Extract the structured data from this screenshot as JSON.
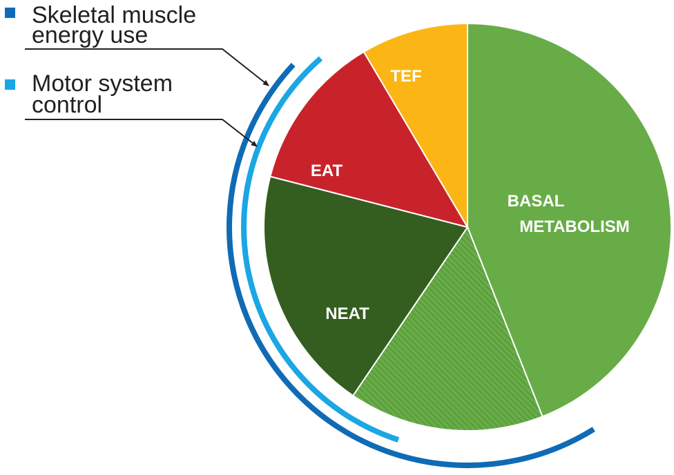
{
  "chart_data": {
    "type": "pie",
    "title": "",
    "slices": [
      {
        "label": "BASAL METABOLISM",
        "lines": [
          "BASAL",
          "METABOLISM"
        ],
        "value": 44,
        "color": "#68ac48"
      },
      {
        "label": "",
        "lines": [],
        "value": 15.5,
        "color": "#68ac48",
        "pattern": "hatched"
      },
      {
        "label": "NEAT",
        "lines": [
          "NEAT"
        ],
        "value": 19.5,
        "color": "#335e1f"
      },
      {
        "label": "EAT",
        "lines": [
          "EAT"
        ],
        "value": 12.5,
        "color": "#c8232b"
      },
      {
        "label": "TEF",
        "lines": [
          "TEF"
        ],
        "value": 8.5,
        "color": "#fbb616"
      }
    ],
    "legend": [
      {
        "label_lines": [
          "Skeletal muscle",
          "energy use"
        ],
        "color": "#0f6bb5"
      },
      {
        "label_lines": [
          "Motor system",
          "control"
        ],
        "color": "#1ba6e4"
      }
    ],
    "legend_position": "top-left"
  }
}
